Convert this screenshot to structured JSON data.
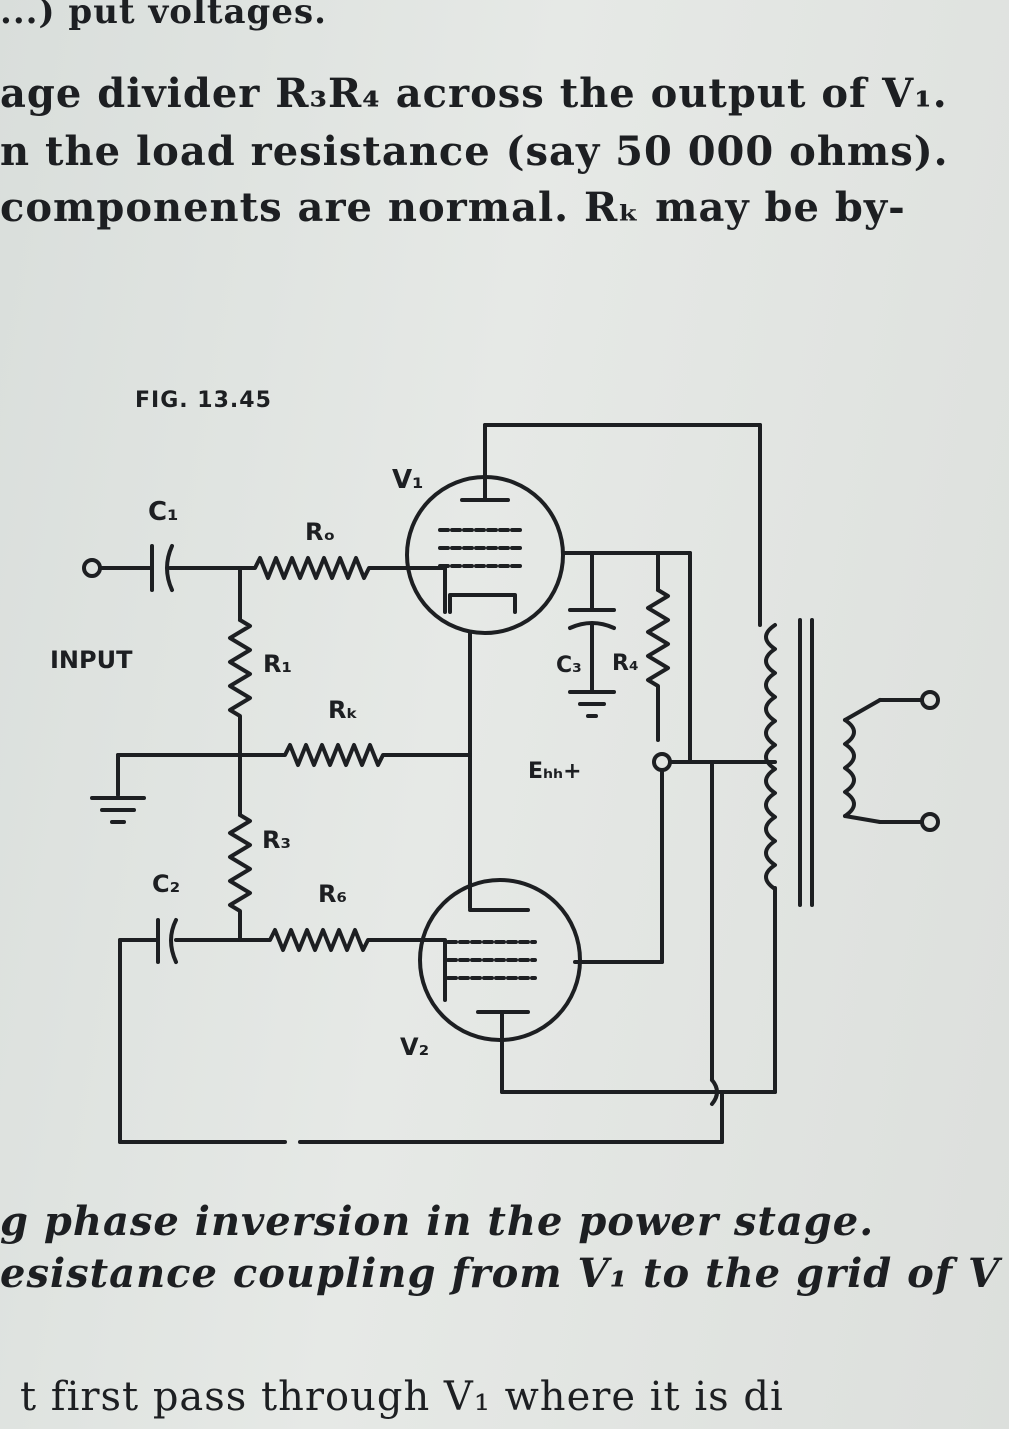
{
  "text": {
    "l0": "...)                                                       put voltages.",
    "l1": "age divider R₃R₄ across the output of V₁.",
    "l2": "n the load resistance (say 50 000 ohms).",
    "l3": "components are normal.  Rₖ may be by-",
    "cap1": "g phase inversion in the power stage.",
    "cap2": "esistance coupling from V₁ to the grid of V",
    "l_bottom": "t first pass through V₁ where it is di"
  },
  "figure": {
    "title": "FIG. 13.45",
    "labels": {
      "c1": "C₁",
      "rg": "Rₒ",
      "v1": "V₁",
      "input": "INPUT",
      "r1": "R₁",
      "rk": "Rₖ",
      "c3": "C₃",
      "r4": "R₄",
      "ebb": "Eₕₕ+",
      "r3": "R₃",
      "c2": "C₂",
      "r6": "R₆",
      "v2": "V₂"
    }
  }
}
